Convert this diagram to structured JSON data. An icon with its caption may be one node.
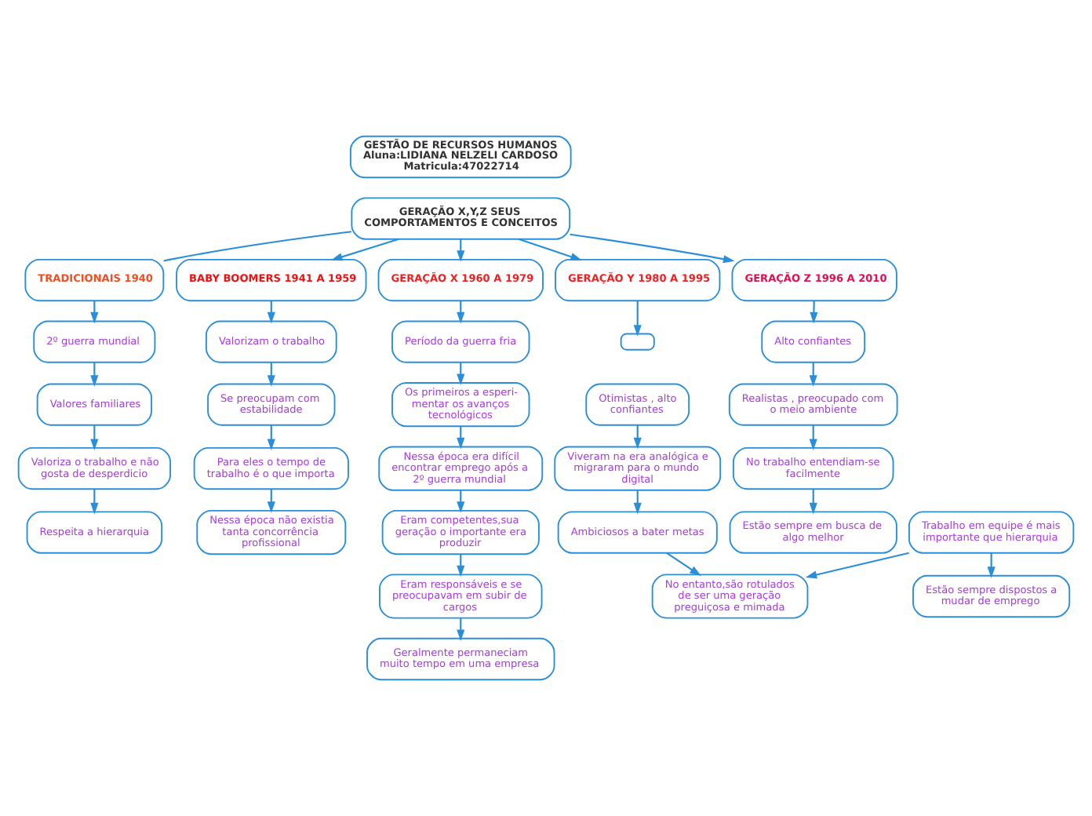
{
  "diagram": {
    "nodes": [
      {
        "text": [
          "GESTÃO DE RECURSOS HUMANOS Aluna:LIDIANA NELZELI CARDOSO Matricula:47022714"
        ]
      },
      {
        "text": [
          "GERAÇÃO X,Y,Z SEUS COMPORTAMENTOS E CONCEITOS"
        ]
      },
      {
        "text": [
          "TRADICIONAIS 1940"
        ]
      },
      {
        "text": [
          "2º guerra mundial"
        ]
      },
      {
        "text": [
          "Valores familiares"
        ]
      },
      {
        "text": [
          "Valoriza o trabalho e não gosta de desperdicio"
        ]
      },
      {
        "text": [
          "Respeita a hierarquia"
        ]
      },
      {
        "text": [
          "BABY BOOMERS 1941 A 1959"
        ]
      },
      {
        "text": [
          "Valorizam o trabalho"
        ]
      },
      {
        "text": [
          "Se preocupam com estabilidade"
        ]
      },
      {
        "text": [
          "Para eles o tempo de trabalho é o que importa"
        ]
      },
      {
        "text": [
          "Nessa época não existia tanta concorrência profissional"
        ]
      },
      {
        "text": [
          "GERAÇÃO X 1960 A 1979"
        ]
      },
      {
        "text": [
          "Período da guerra fria"
        ]
      },
      {
        "text": [
          "Os primeiros a esperi- mentar os avanços tecnológicos"
        ]
      },
      {
        "text": [
          "Nessa época era difícil encontrar emprego após a 2º guerra mundial"
        ]
      },
      {
        "text": [
          "Eram competentes,sua geração o importante era produzir"
        ]
      },
      {
        "text": [
          "Eram responsáveis e se preocupavam em subir de cargos"
        ]
      },
      {
        "text": [
          "Geralmente permaneciam muito tempo em uma empresa"
        ]
      },
      {
        "text": [
          "GERAÇÃO Y 1980 A 1995"
        ]
      },
      {
        "text": [],
        "shape": "box"
      },
      {
        "text": [
          "Otimistas , alto confiantes"
        ]
      },
      {
        "text": [
          "Viveram na era analógica e migraram para o mundo digital"
        ]
      },
      {
        "text": [
          "Ambiciosos a bater metas"
        ]
      },
      {
        "text": [
          "No entanto,são rotulados de ser uma geração preguiçosa e mimada"
        ]
      },
      {
        "text": [
          "Trabalho em equipe é mais importante que hierarquia"
        ]
      },
      {
        "text": [
          "Estão sempre dispostos a mudar de emprego"
        ]
      },
      {
        "text": [
          "GERAÇÃO Z 1996 A 2010"
        ]
      },
      {
        "text": [
          "Alto confiantes"
        ]
      },
      {
        "text": [
          "Realistas , preocupado com o meio ambiente"
        ]
      },
      {
        "text": [
          "No trabalho entendiam-se facilmente"
        ]
      },
      {
        "text": [
          "Estão sempre em busca de algo melhor"
        ]
      }
    ],
    "edges": [
      {
        "from": 1,
        "to": 2,
        "arrow": "none"
      },
      {
        "from": 2,
        "to": 3,
        "arrow": "to"
      },
      {
        "from": 3,
        "to": 4,
        "arrow": "to"
      },
      {
        "from": 4,
        "to": 5,
        "arrow": "to"
      },
      {
        "from": 5,
        "to": 6,
        "arrow": "to"
      },
      {
        "from": 1,
        "to": 7,
        "arrow": "to"
      },
      {
        "from": 7,
        "to": 8,
        "arrow": "to"
      },
      {
        "from": 8,
        "to": 9,
        "arrow": "to"
      },
      {
        "from": 9,
        "to": 10,
        "arrow": "to"
      },
      {
        "from": 10,
        "to": 11,
        "arrow": "to"
      },
      {
        "from": 1,
        "to": 12,
        "arrow": "to"
      },
      {
        "from": 12,
        "to": 13,
        "arrow": "to"
      },
      {
        "from": 13,
        "to": 14,
        "arrow": "to"
      },
      {
        "from": 14,
        "to": 15,
        "arrow": "to"
      },
      {
        "from": 15,
        "to": 16,
        "arrow": "to"
      },
      {
        "from": 16,
        "to": 17,
        "arrow": "to"
      },
      {
        "from": 17,
        "to": 18,
        "arrow": "to"
      },
      {
        "from": 1,
        "to": 19,
        "arrow": "to"
      },
      {
        "from": 19,
        "to": 20,
        "arrow": "to"
      },
      {
        "from": 21,
        "to": 22,
        "arrow": "to"
      },
      {
        "from": 22,
        "to": 23,
        "arrow": "to"
      },
      {
        "from": 23,
        "to": 24,
        "arrow": "to"
      },
      {
        "from": 25,
        "to": 24,
        "arrow": "to"
      },
      {
        "from": 25,
        "to": 26,
        "arrow": "to"
      },
      {
        "from": 1,
        "to": 27,
        "arrow": "to"
      },
      {
        "from": 27,
        "to": 28,
        "arrow": "to"
      },
      {
        "from": 28,
        "to": 29,
        "arrow": "to"
      },
      {
        "from": 29,
        "to": 30,
        "arrow": "to"
      },
      {
        "from": 30,
        "to": 31,
        "arrow": "to"
      }
    ]
  }
}
